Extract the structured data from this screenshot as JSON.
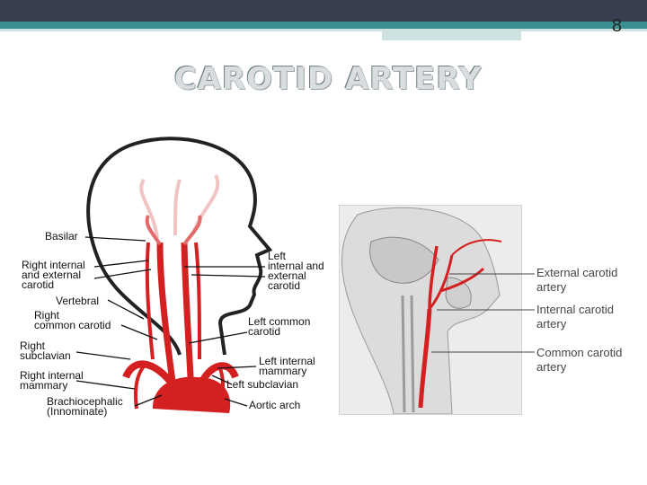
{
  "slide": {
    "number": "8",
    "title": "CAROTID ARTERY"
  },
  "left_diagram": {
    "labels": {
      "basilar": "Basilar",
      "right_int_ext": "Right internal\nand external\ncarotid",
      "vertebral": "Vertebral",
      "right_common": "Right\ncommon carotid",
      "right_subclavian": "Right\nsubclavian",
      "right_int_mammary": "Right internal\nmammary",
      "brachiocephalic": "Brachiocephalic\n(Innominate)",
      "left_int_ext": "Left\ninternal and\nexternal\ncarotid",
      "left_common": "Left common\ncarotid",
      "left_int_mammary": "Left internal\nmammary",
      "left_subclavian": "Left subclavian",
      "aortic_arch": "Aortic arch"
    }
  },
  "right_diagram": {
    "labels": {
      "external": "External carotid\nartery",
      "internal": "Internal carotid\nartery",
      "common": "Common carotid\nartery"
    }
  },
  "colors": {
    "artery": "#d42020",
    "header": "#3a3f4f",
    "accent": "#3b8f91"
  }
}
